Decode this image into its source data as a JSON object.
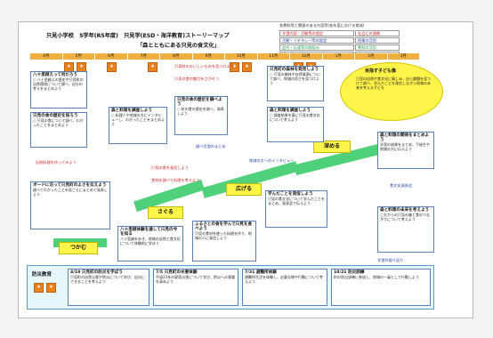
{
  "header": {
    "title": "只見小学校　5学年(R5年度)　只見学(ESD・海洋教育)ストーリーマップ",
    "subtitle": "「森とともにある只見の食文化」"
  },
  "legend": {
    "heading": "各教科等と関連のある内容等(各年度における育成)",
    "items": [
      {
        "label": "学習内容・活動等の設定",
        "color": "#d21e1e"
      },
      {
        "label": "社会との連携",
        "color": "#d21e1e"
      },
      {
        "label": "活動・リテラシー等の設定",
        "color": "#1e3ea8"
      },
      {
        "label": "授業の活用",
        "color": "#1e3ea8"
      },
      {
        "label": "追究・伝達等の取組み",
        "color": "#1e9e46"
      },
      {
        "label": "教科の活用",
        "color": "#1e9e46"
      },
      {
        "label": "振り返り",
        "color": "#7a3fa8"
      },
      {
        "label": "その他",
        "color": "#7a3fa8"
      }
    ]
  },
  "months": [
    "4月",
    "5月",
    "6月",
    "7月",
    "8月",
    "9月",
    "10月",
    "11月",
    "12月",
    "1月",
    "2月",
    "3月"
  ],
  "steps": {
    "grasp": "つかむ",
    "search": "さぐる",
    "expand": "広げる",
    "deepen": "深める"
  },
  "cloud": {
    "title": "目指す子ども像",
    "body": "只見の自然や食文化に親しみ、自ら課題を見つけて調べ、学んだことを発信しながら地域の未来を考える子ども"
  },
  "boxes": [
    {
      "id": "b1",
      "title": "八十里越えって何だろう",
      "body": "○ 八十里越えの歴史や只見町の自然環境について調べ、自分の考えをまとめよう"
    },
    {
      "id": "b2",
      "title": "只見の食の歴史を知ろう",
      "body": "○ 只見の食について調べ、わかったことをまとめよう"
    },
    {
      "id": "b3",
      "title": "森と料理を調査しよう",
      "body": "○ 料理人や地域の方にインタビューし、わかったことをまとめよう"
    },
    {
      "id": "b4",
      "title": "只見の食の歴史を調べよう",
      "body": "○ 町の食の歴史を調べ、発表しよう"
    },
    {
      "id": "b5",
      "title": "只見町の森林を発見しよう",
      "body": "○ 只見の森林や自然資源について調べ、地域の良さを見つけよう"
    },
    {
      "id": "b6",
      "title": "森と料理を調査しよう",
      "body": "○ 調査結果を基に只見の食文化について考えよう"
    },
    {
      "id": "b7",
      "title": "ボードに沿って只見町のよさを伝えよう",
      "body": "調べてわかったことを班ごとにまとめて発表しよう"
    },
    {
      "id": "b8",
      "title": "八十里越体験を通して只見の今を知る",
      "body": "八十里越を歩き、地域の自然と食文化について体験的に学ぼう"
    },
    {
      "id": "b9",
      "title": "ふるさとの食を学んで只見を食べよう",
      "body": "只見の食材を使った料理を作り、地域の人に発信しよう"
    },
    {
      "id": "b10",
      "title": "学んだことを発信しよう",
      "body": "只見の食文化について学んだことをまとめ、発表会で伝えよう"
    },
    {
      "id": "b11",
      "title": "森と料理の関係をまとめよう",
      "body": "学習の成果をまとめ、下級生や地域の方に伝えよう"
    },
    {
      "id": "b12",
      "title": "森と料理の未来を考えよう",
      "body": "これからの只見の森と食のつながりについて考えよう"
    }
  ],
  "red_notes": [
    "只見町のおいしいものを見つけよう",
    "只見の食の魅力をさがそう",
    "伝統料理を作ってみよう",
    "只見の食を発信しよう",
    "食材を調べて料理を考えよう"
  ],
  "blue_notes": [
    "調べ学習のまとめ",
    "地域の方へのインタビュー",
    "食文化発表会",
    "学習の振り返り"
  ],
  "bottom": {
    "label": "防災教育",
    "items": [
      {
        "date": "4/18",
        "title": "只見町の防災を学ぼう",
        "body": "只見町の自然災害や防災について学び、自分にできることを考えよう"
      },
      {
        "date": "7/5",
        "title": "只見町の水害体験",
        "body": "平成23年の豪雨災害について学び、防災への意識を高めよう"
      },
      {
        "date": "7/31",
        "title": "避難所体験",
        "body": "避難所生活を体験し、必要な物や行動について考えよう"
      },
      {
        "date": "10/21",
        "title": "防災訓練",
        "body": "町の防災訓練に参加し、地域の一員として行動しよう"
      }
    ]
  }
}
